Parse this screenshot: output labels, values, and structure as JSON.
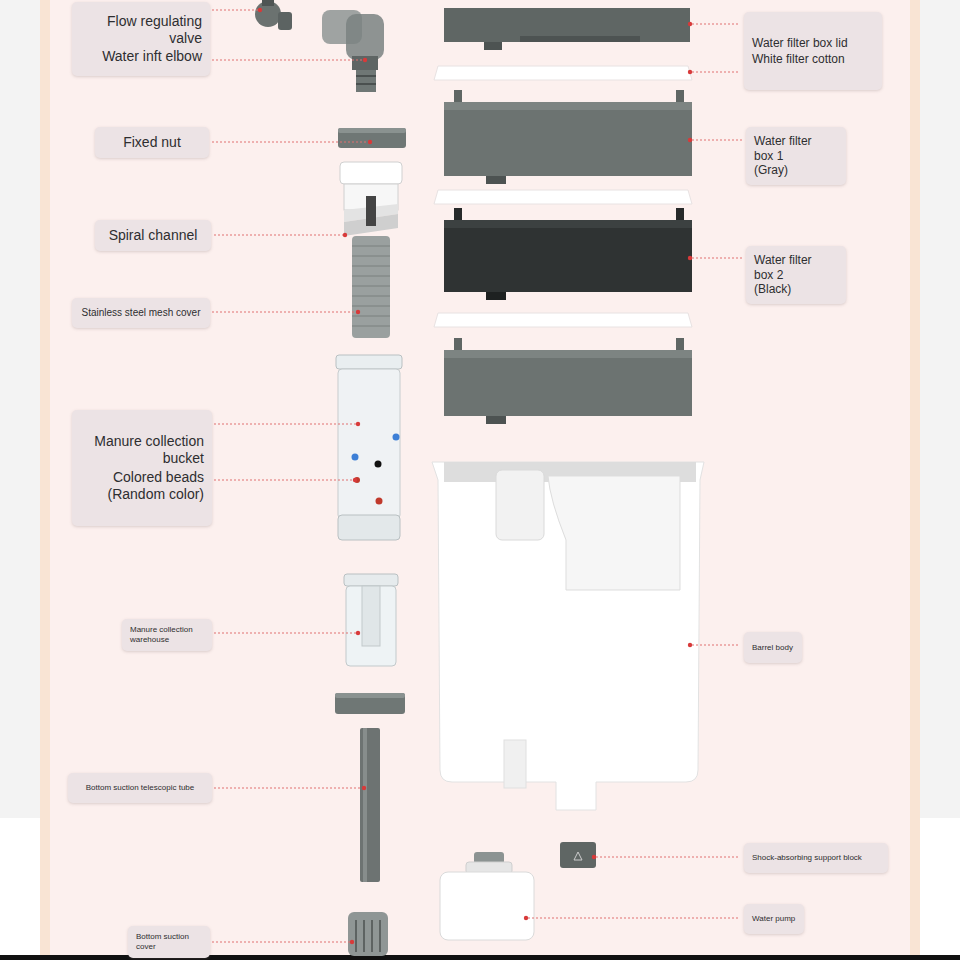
{
  "diagram": {
    "nodes": [
      {
        "text": [
          "Flow regulating valve",
          "Water inft elbow"
        ]
      },
      {
        "text": [
          "Water filter box lid",
          "White filter cotton"
        ]
      },
      {
        "text": [
          "Fixed nut"
        ]
      },
      {
        "text": [
          "Water filter box 1 (Gray)"
        ]
      },
      {
        "text": [
          "Spiral channel"
        ]
      },
      {
        "text": [
          "Water filter box 2 (Black)"
        ]
      },
      {
        "text": [
          "Stainless steel mesh cover"
        ]
      },
      {
        "text": [
          "Manure collection bucket",
          "Colored beads (Random color)"
        ]
      },
      {
        "text": [
          "Manure collection warehouse"
        ]
      },
      {
        "text": [
          "Barrel body"
        ]
      },
      {
        "text": [
          "Bottom suction telescopic tube"
        ]
      },
      {
        "text": [
          "Shock-absorbing support block"
        ]
      },
      {
        "text": [
          "Water pump"
        ]
      },
      {
        "text": [
          "Bottom suction cover"
        ]
      }
    ]
  }
}
